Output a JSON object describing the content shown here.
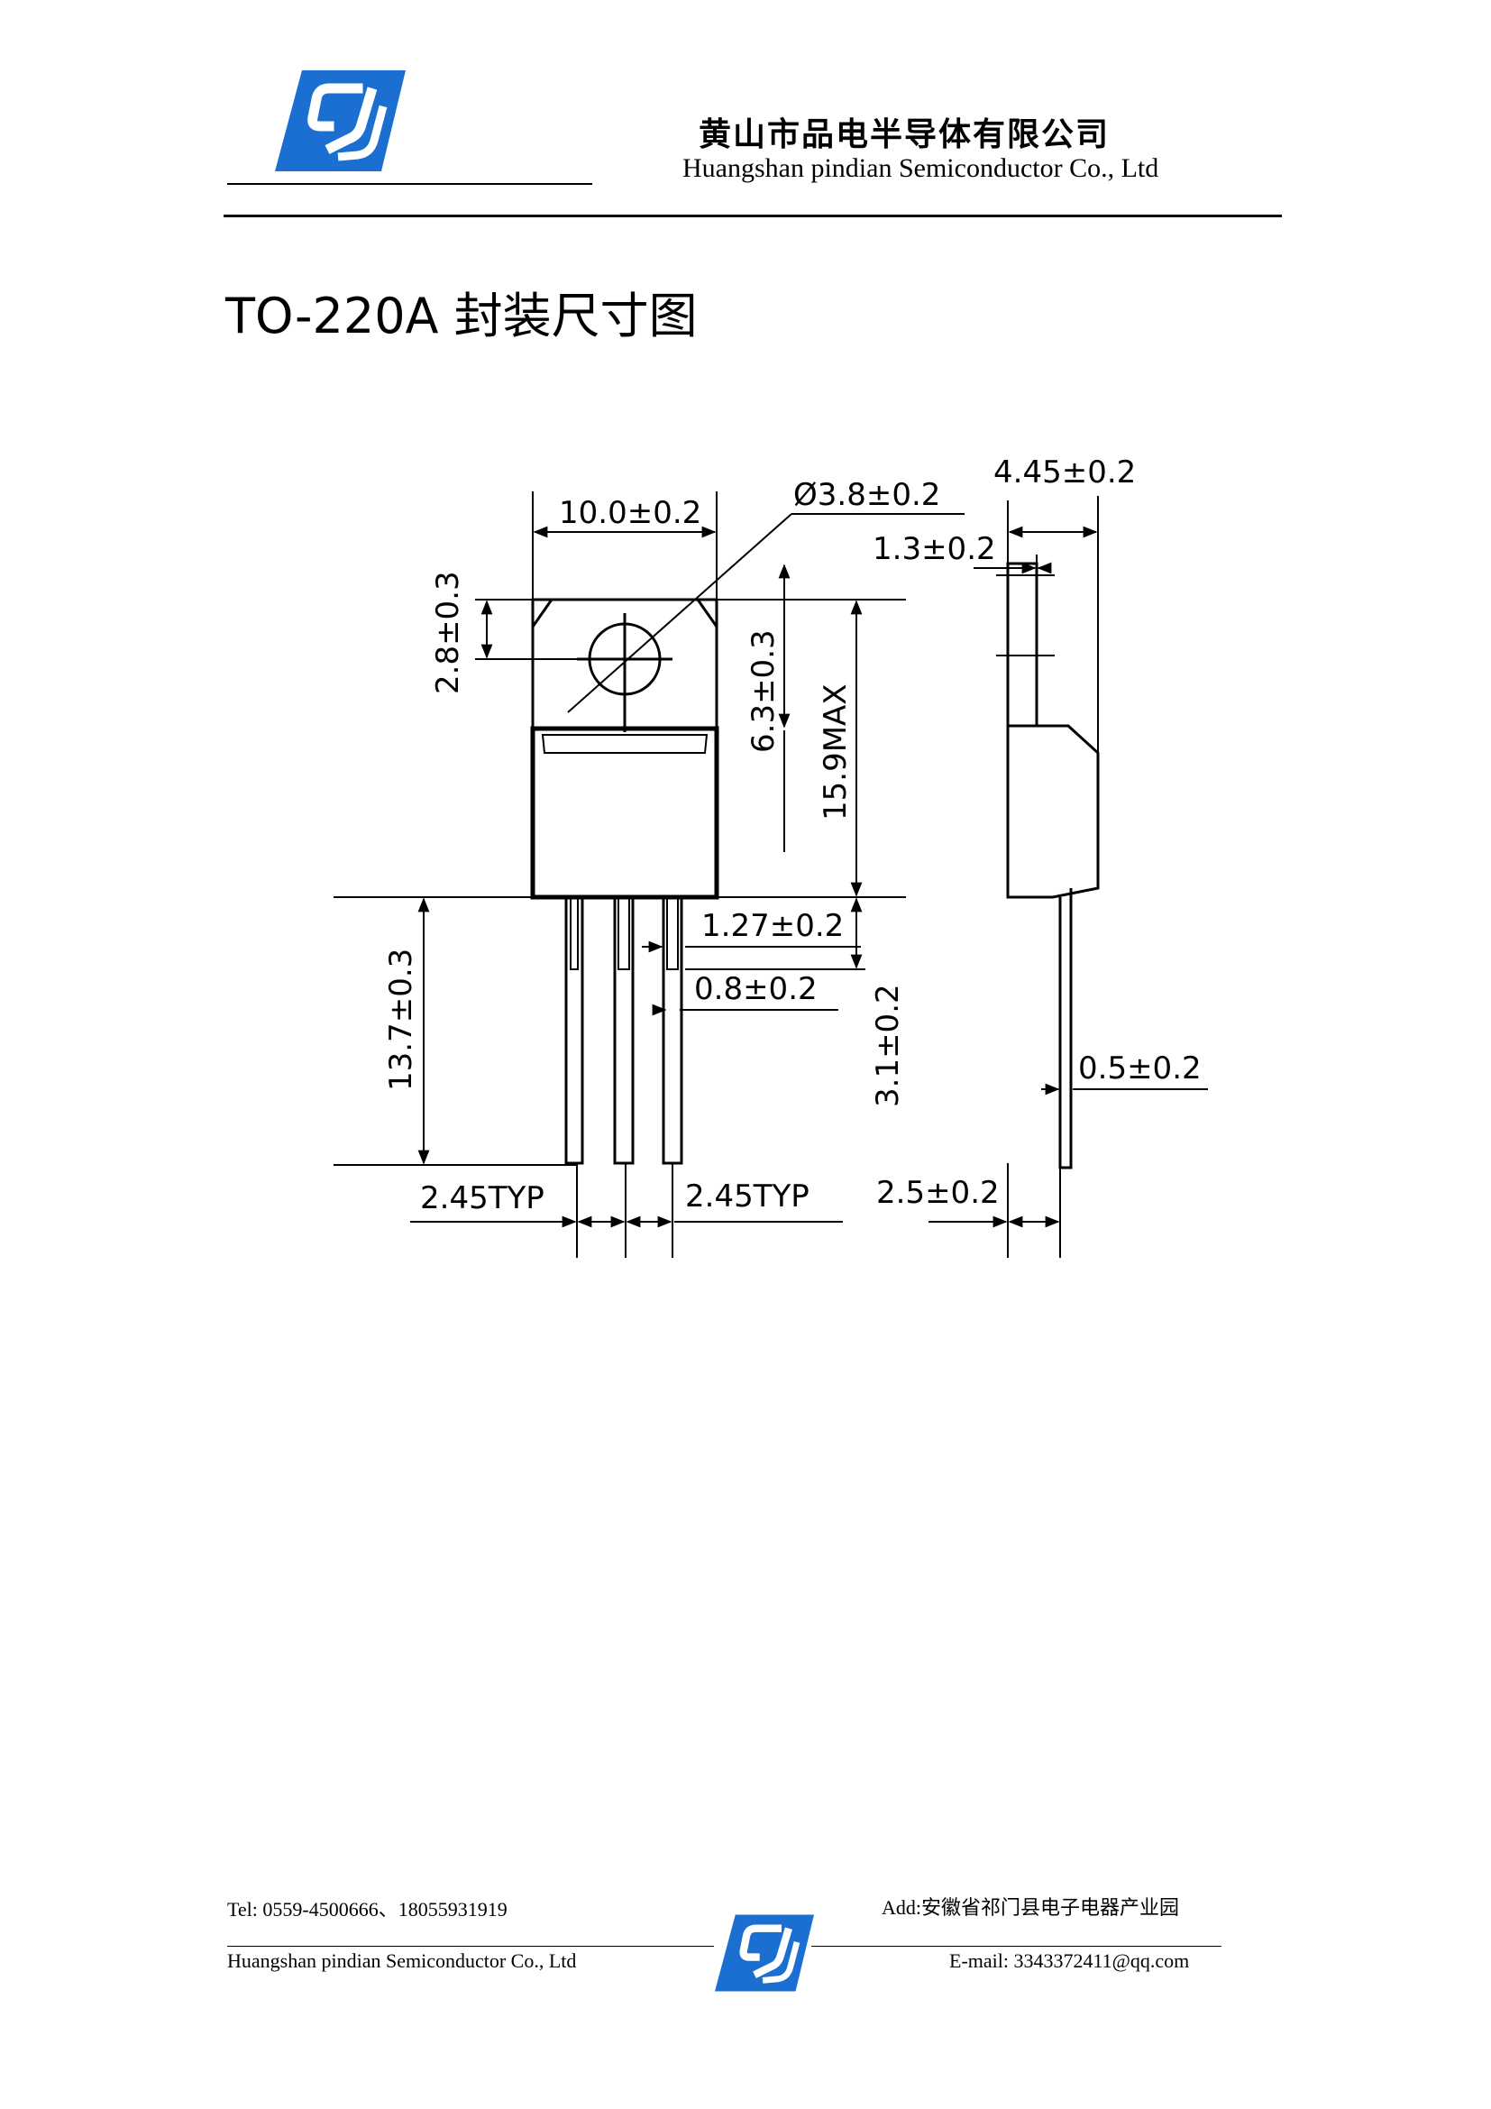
{
  "header": {
    "company_cn": "黄山市品电半导体有限公司",
    "company_en": "Huangshan  pindian Semiconductor Co., Ltd",
    "logo_icon": "pindian-logo-icon",
    "logo_color": "#1a6fd1"
  },
  "page_title": "TO-220A 封装尺寸图",
  "drawing": {
    "dims": {
      "width": "10.0±0.2",
      "hole": "Ø3.8±0.2",
      "thickness": "4.45±0.2",
      "tab_thickness": "1.3±0.2",
      "hole_center": "2.8±0.3",
      "hole_to_body": "6.3±0.3",
      "height_max": "15.9MAX",
      "pin_width_top": "1.27±0.2",
      "pin_width": "0.8±0.2",
      "lead_length": "13.7±0.3",
      "shoulder": "3.1±0.2",
      "lead_thickness": "0.5±0.2",
      "pitch_left": "2.45TYP",
      "pitch_right": "2.45TYP",
      "lead_offset": "2.5±0.2"
    }
  },
  "footer": {
    "tel": "Tel: 0559-4500666、18055931919",
    "address": "Add:安徽省祁门县电子电器产业园",
    "company_en": "Huangshan  pindian Semiconductor Co., Ltd",
    "email": "E-mail: 3343372411@qq.com"
  }
}
